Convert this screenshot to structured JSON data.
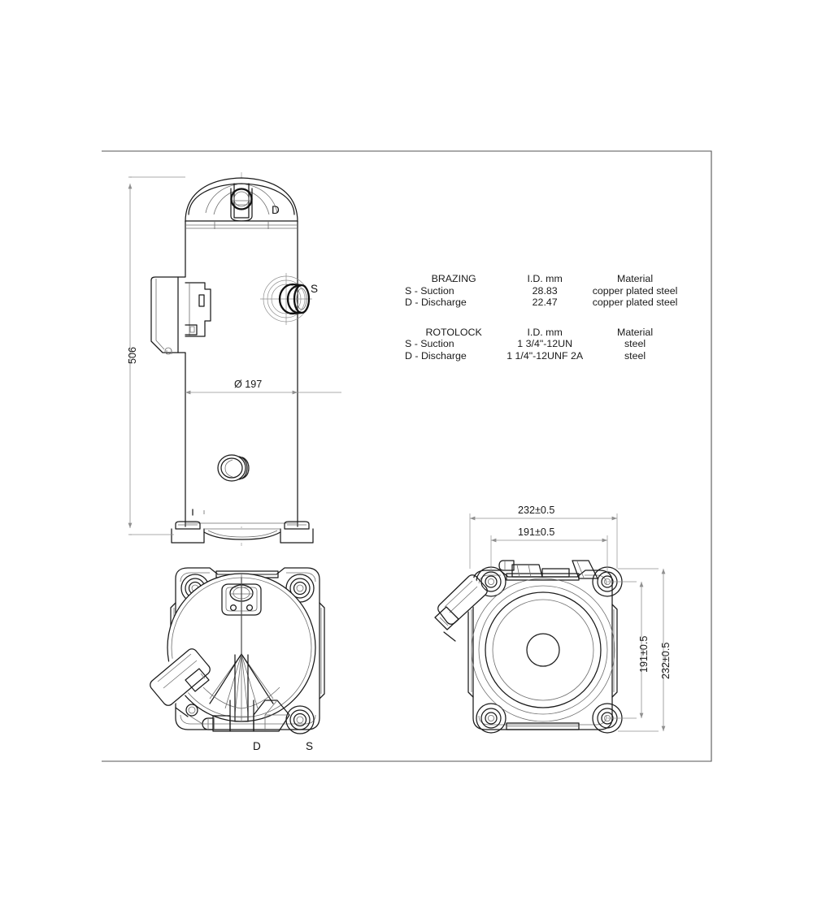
{
  "document": {
    "type": "technical-drawing",
    "subject": "scroll compressor outline dimension drawing"
  },
  "frame": {
    "border_color": "#555555"
  },
  "spec_tables": [
    {
      "id": "brazing",
      "headers": [
        "BRAZING",
        "I.D. mm",
        "Material"
      ],
      "rows": [
        [
          "S - Suction",
          "28.83",
          "copper plated steel"
        ],
        [
          "D - Discharge",
          "22.47",
          "copper plated steel"
        ]
      ]
    },
    {
      "id": "rotolock",
      "headers": [
        "ROTOLOCK",
        "I.D. mm",
        "Material"
      ],
      "rows": [
        [
          "S - Suction",
          "1 3/4\"-12UN",
          "steel"
        ],
        [
          "D - Discharge",
          "1 1/4\"-12UNF 2A",
          "steel"
        ]
      ]
    }
  ],
  "dimensions": {
    "front_height": "506",
    "front_diameter": "Ø 197",
    "bottom_width_outer": "232±0.5",
    "bottom_width_inner": "191±0.5",
    "bottom_height_inner": "191±0.5",
    "bottom_height_outer": "232±0.5"
  },
  "port_labels": {
    "front_discharge": "D",
    "front_suction": "S",
    "top_discharge": "D",
    "top_suction": "S"
  },
  "colors": {
    "line": "#1a1a1a",
    "thin_line": "#5a5a5a",
    "dim_line": "#8a8a8a",
    "frame": "#555555"
  }
}
